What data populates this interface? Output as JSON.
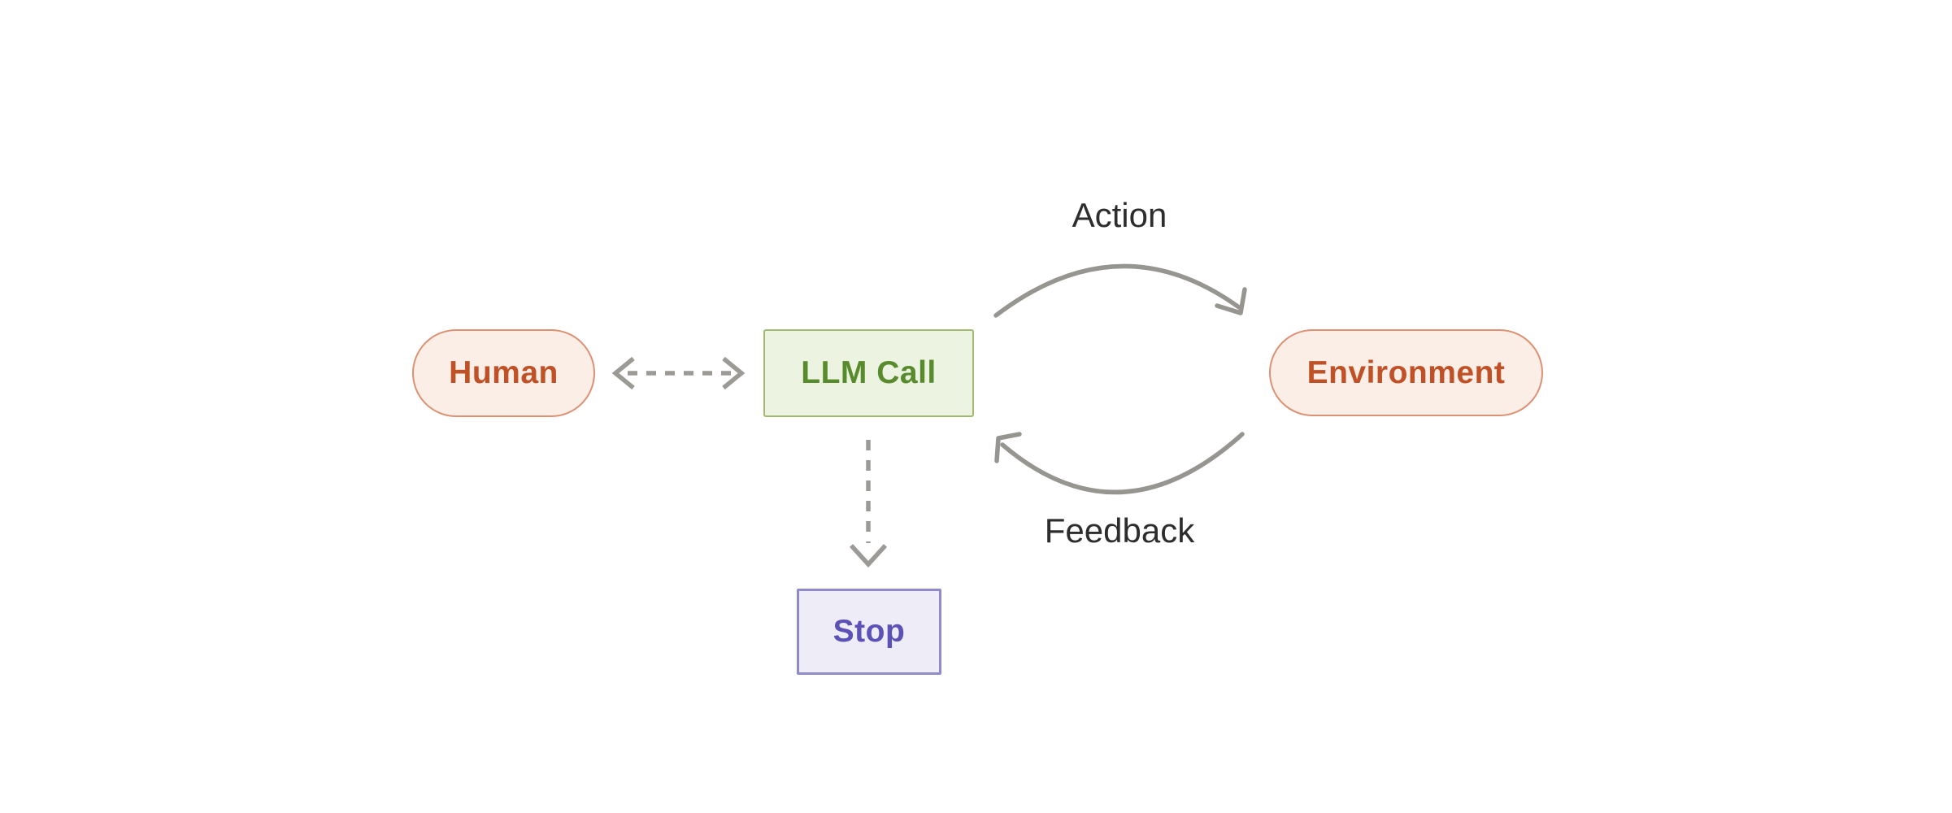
{
  "diagram": {
    "title": "agent-loop-diagram",
    "nodes": {
      "human": {
        "label": "Human"
      },
      "llm_call": {
        "label": "LLM Call"
      },
      "environment": {
        "label": "Environment"
      },
      "stop": {
        "label": "Stop"
      }
    },
    "edges": {
      "human_llm": {
        "label": "",
        "style": "dashed-double-arrow"
      },
      "action": {
        "label": "Action",
        "style": "curved-arrow-right"
      },
      "feedback": {
        "label": "Feedback",
        "style": "curved-arrow-left"
      },
      "llm_stop": {
        "label": "",
        "style": "dashed-arrow-down"
      }
    },
    "colors": {
      "canvas_bg": "#ffffff",
      "human_env_bg": "#fbeee7",
      "human_env_border": "#dc9173",
      "human_env_text": "#c05127",
      "llm_bg": "#ecf3e0",
      "llm_border": "#a2b973",
      "llm_text": "#588b2d",
      "stop_bg": "#eeedf7",
      "stop_border": "#8f8bcb",
      "stop_text": "#5b51b7",
      "arc_gray": "#97958f",
      "dash_gray": "#9c9a95",
      "label_text": "#2d2d2d"
    }
  }
}
